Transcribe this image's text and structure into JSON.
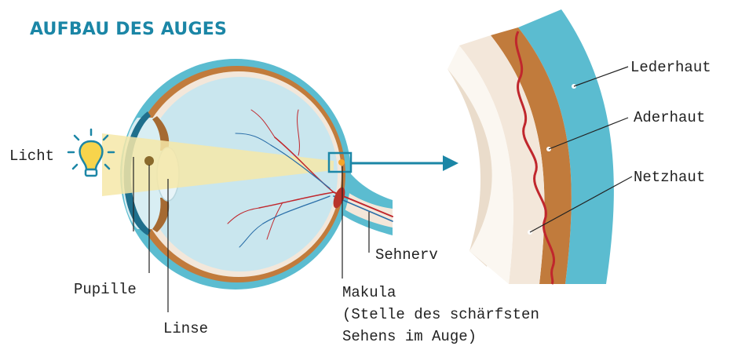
{
  "title": "AUFBAU DES AUGES",
  "labels": {
    "licht": "Licht",
    "pupille": "Pupille",
    "linse": "Linse",
    "makula_line1": "Makula",
    "makula_line2": "(Stelle des schärfsten",
    "makula_line3": "Sehens im Auge)",
    "sehnerv": "Sehnerv",
    "lederhaut": "Lederhaut",
    "aderhaut": "Aderhaut",
    "netzhaut": "Netzhaut"
  },
  "colors": {
    "title": "#1b86a6",
    "sclera": "#5bbcd0",
    "choroid": "#c17b3c",
    "retina": "#f3e7da",
    "vitreous": "#c9e6ee",
    "blood_vessel": "#c0272d",
    "arrow": "#1b86a6",
    "light_beam": "#f6e7a8",
    "bulb": "#f7d44c",
    "macula": "#b8332a"
  },
  "icons": {
    "light": "light-bulb-icon",
    "arrow": "arrow-right-icon"
  }
}
